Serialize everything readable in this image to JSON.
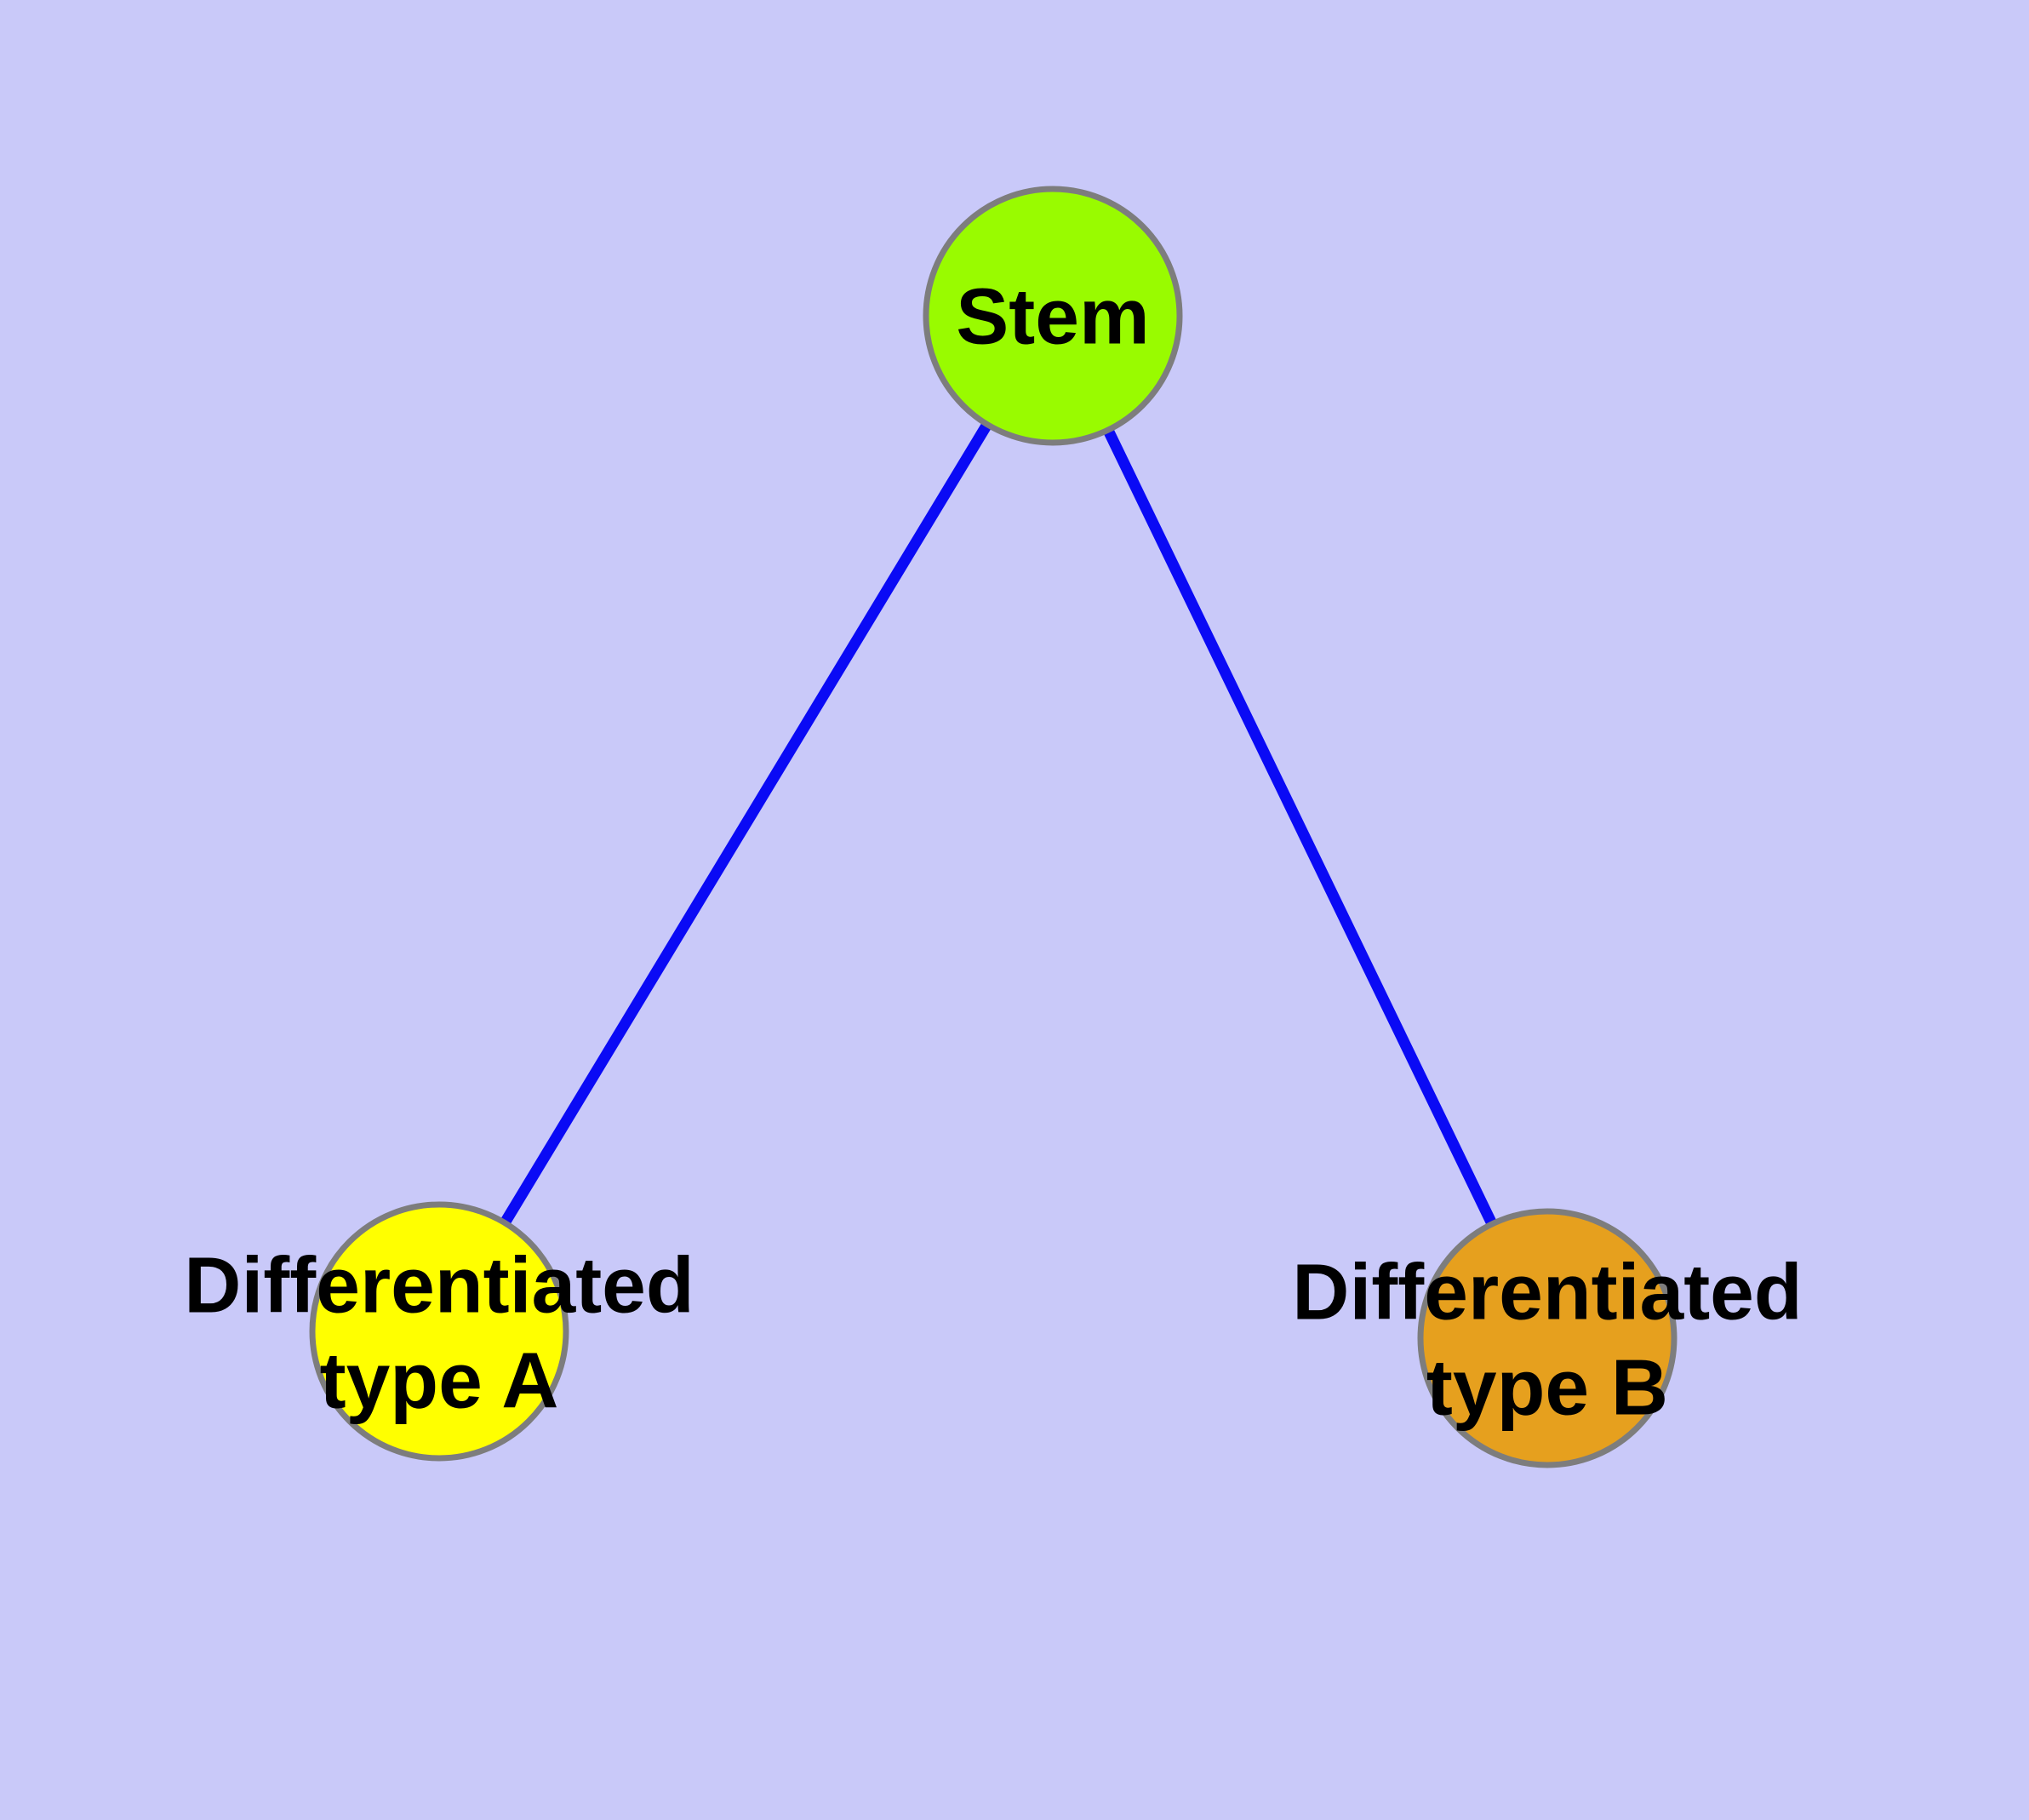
{
  "diagram": {
    "type": "node-link-graph",
    "background_color": "#C9C9F9",
    "edge_color": "#0A0AF5",
    "node_border_color": "#7D7D7D",
    "label_color": "#000000",
    "nodes": [
      {
        "id": "stem",
        "label": "Stem",
        "label_lines": [
          "Stem"
        ],
        "color": "#99FB00"
      },
      {
        "id": "differentiated-type-a",
        "label": "Differentiated type A",
        "label_lines": [
          "Differentiated",
          "type A"
        ],
        "color": "#FFFF00"
      },
      {
        "id": "differentiated-type-b",
        "label": "Differentiated type B",
        "label_lines": [
          "Differentiated",
          "type B"
        ],
        "color": "#E6A01E"
      }
    ],
    "edges": [
      {
        "from": "stem",
        "to": "differentiated-type-a"
      },
      {
        "from": "stem",
        "to": "differentiated-type-b"
      }
    ]
  }
}
